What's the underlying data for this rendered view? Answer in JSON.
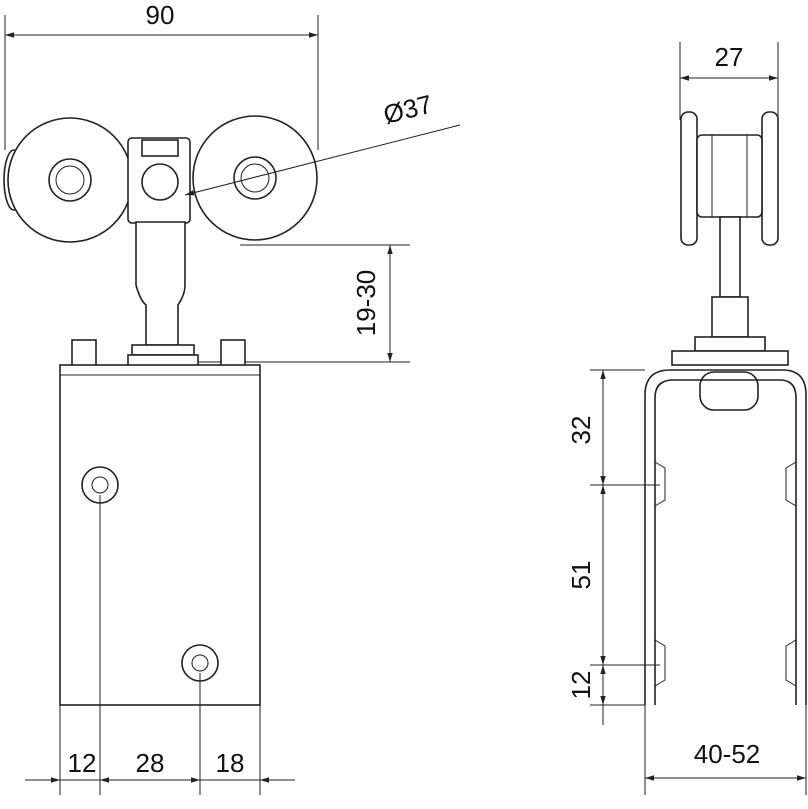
{
  "front_view": {
    "width_overall": "90",
    "wheel_diameter": "Ø37",
    "stem_height": "19-30",
    "hole_spacing": [
      "12",
      "28",
      "18"
    ]
  },
  "side_view": {
    "wheel_width": "27",
    "hole_spacing_vertical": [
      "32",
      "51",
      "12"
    ],
    "bracket_width": "40-52"
  },
  "colors": {
    "line": "#222222",
    "background": "#ffffff"
  }
}
